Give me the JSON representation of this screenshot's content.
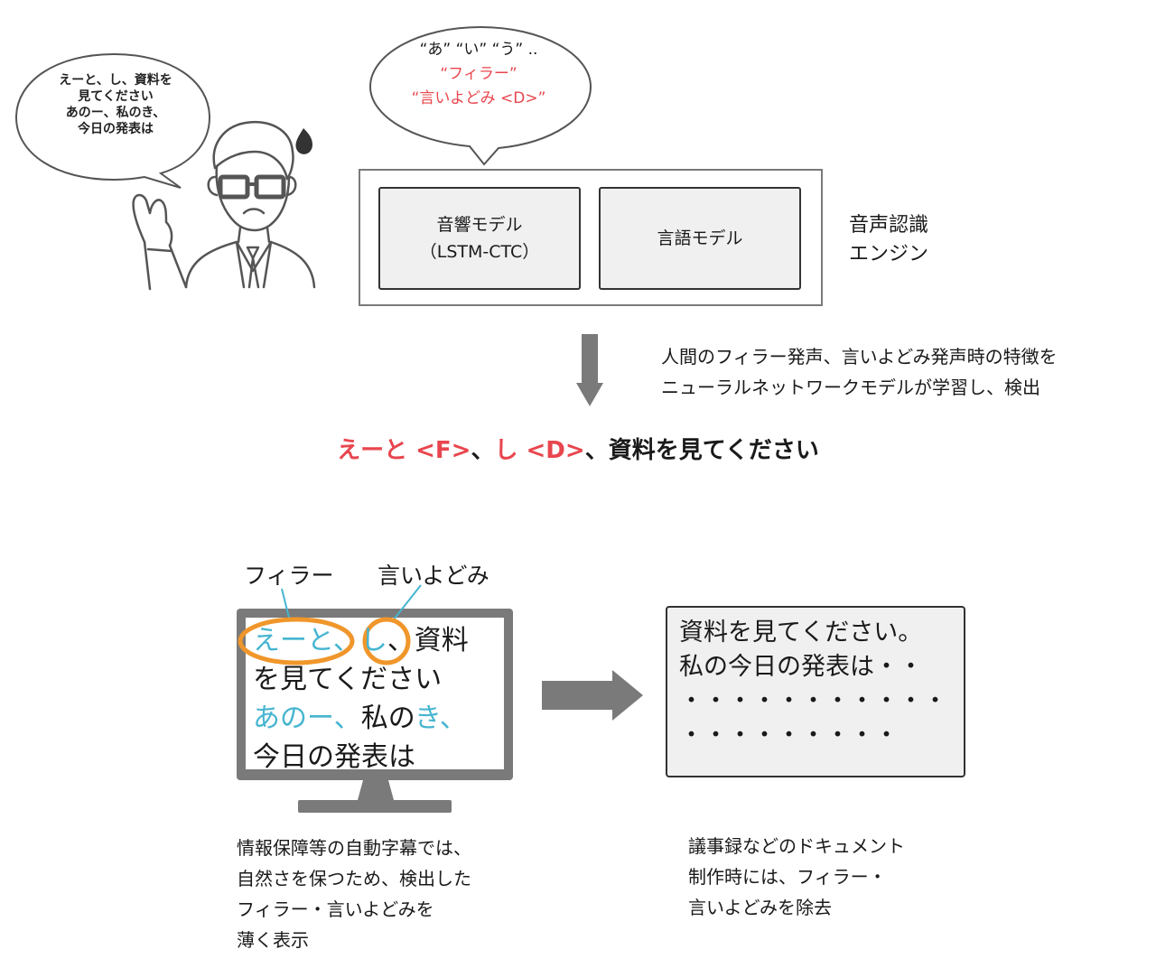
{
  "speech_bubble_left": {
    "lines": [
      "えーと、し、資料を",
      "見てください",
      "あのー、私のき、",
      "今日の発表は"
    ]
  },
  "speech_bubble_top": {
    "line1": "“あ” “い” “う” ..",
    "line2": "“フィラー”",
    "line3": "“言いよどみ <D>”"
  },
  "engine": {
    "label_line1": "音声認識",
    "label_line2": "エンジン",
    "acoustic_model_line1": "音響モデル",
    "acoustic_model_line2": "（LSTM-CTC）",
    "language_model": "言語モデル"
  },
  "description": {
    "line1": "人間のフィラー発声、言いよどみ発声時の特徴を",
    "line2": "ニューラルネットワークモデルが学習し、検出"
  },
  "result": {
    "filler": "えーと <F>",
    "sep1": "、",
    "disfluency": "し <D>",
    "rest": "、資料を見てください"
  },
  "annotations": {
    "filler": "フィラー",
    "disfluency": "言いよどみ"
  },
  "monitor": {
    "line1_filler": "えーと",
    "line1_sep": "、",
    "line1_disfl": "し",
    "line1_rest": "、資料",
    "line2": "を見てください",
    "line3_filler": "あのー、",
    "line3_mid": "私の",
    "line3_disfl": "き、",
    "line4": "今日の発表は"
  },
  "document": {
    "line1": "資料を見てください。",
    "line2": "私の今日の発表は・・",
    "line3": "・・・・・・・・・・・",
    "line4": "・・・・・・・・・"
  },
  "captions": {
    "left": [
      "情報保障等の自動字幕では、",
      "自然さを保つため、検出した",
      "フィラー・言いよどみを",
      "薄く表示"
    ],
    "right": [
      "議事録などのドキュメント",
      "制作時には、フィラー・",
      "言いよどみを除去"
    ]
  },
  "colors": {
    "red": "#e8464e",
    "cyan": "#46b5d0",
    "orange": "#f0962b",
    "gray": "#7a7a7a"
  }
}
